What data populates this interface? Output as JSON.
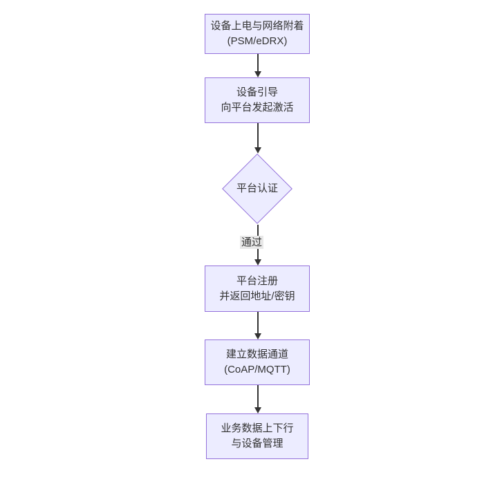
{
  "diagram": {
    "type": "flowchart",
    "direction": "top-down",
    "nodes": [
      {
        "id": "A",
        "shape": "rect",
        "line1": "设备上电与网络附着",
        "line2": "(PSM/eDRX)"
      },
      {
        "id": "B",
        "shape": "rect",
        "line1": "设备引导",
        "line2": "向平台发起激活"
      },
      {
        "id": "C",
        "shape": "diamond",
        "line1": "平台认证",
        "line2": ""
      },
      {
        "id": "D",
        "shape": "rect",
        "line1": "平台注册",
        "line2": "并返回地址/密钥"
      },
      {
        "id": "E",
        "shape": "rect",
        "line1": "建立数据通道",
        "line2": "(CoAP/MQTT)"
      },
      {
        "id": "F",
        "shape": "rect",
        "line1": "业务数据上下行",
        "line2": "与设备管理"
      }
    ],
    "edges": [
      {
        "from": "A",
        "to": "B",
        "label": ""
      },
      {
        "from": "B",
        "to": "C",
        "label": ""
      },
      {
        "from": "C",
        "to": "D",
        "label": "通过"
      },
      {
        "from": "D",
        "to": "E",
        "label": ""
      },
      {
        "from": "E",
        "to": "F",
        "label": ""
      }
    ],
    "colors": {
      "node_fill": "#ECECFF",
      "node_border": "#9370DB",
      "arrow": "#333333",
      "edge_label_bg": "#e8e8e8",
      "text": "#333333",
      "background": "#ffffff"
    }
  }
}
